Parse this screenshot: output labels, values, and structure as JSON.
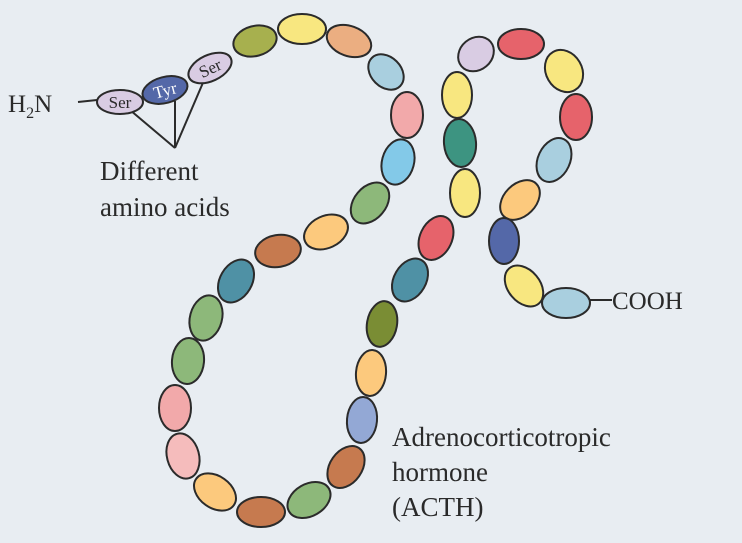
{
  "labels": {
    "n_terminus": "H",
    "n_terminus_sub": "2",
    "n_terminus_tail": "N",
    "c_terminus": "COOH",
    "callout_line1": "Different",
    "callout_line2": "amino acids",
    "hormone_line1": "Adrenocorticotropic",
    "hormone_line2": "hormone",
    "hormone_line3": "(ACTH)"
  },
  "named_residues": [
    "Ser",
    "Tyr",
    "Ser"
  ],
  "palette": {
    "background": "#e8edf2",
    "outline": "#2b2b2b",
    "lavender": "#d9cce3",
    "slate_blue": "#5468a8",
    "olive": "#a7b04e",
    "yellow": "#f8e780",
    "salmon": "#ebae81",
    "light_blue": "#a9cfdf",
    "pink": "#f2a9aa",
    "sky": "#83c9e8",
    "green": "#8db87a",
    "orange": "#fcc97d",
    "brown": "#c67a4f",
    "teal": "#4f91a5",
    "red": "#e6636b",
    "dark_teal": "#3d9481",
    "dark_olive": "#7a8d34",
    "periwinkle": "#93a8d5",
    "light_pink": "#f5bcbc"
  }
}
